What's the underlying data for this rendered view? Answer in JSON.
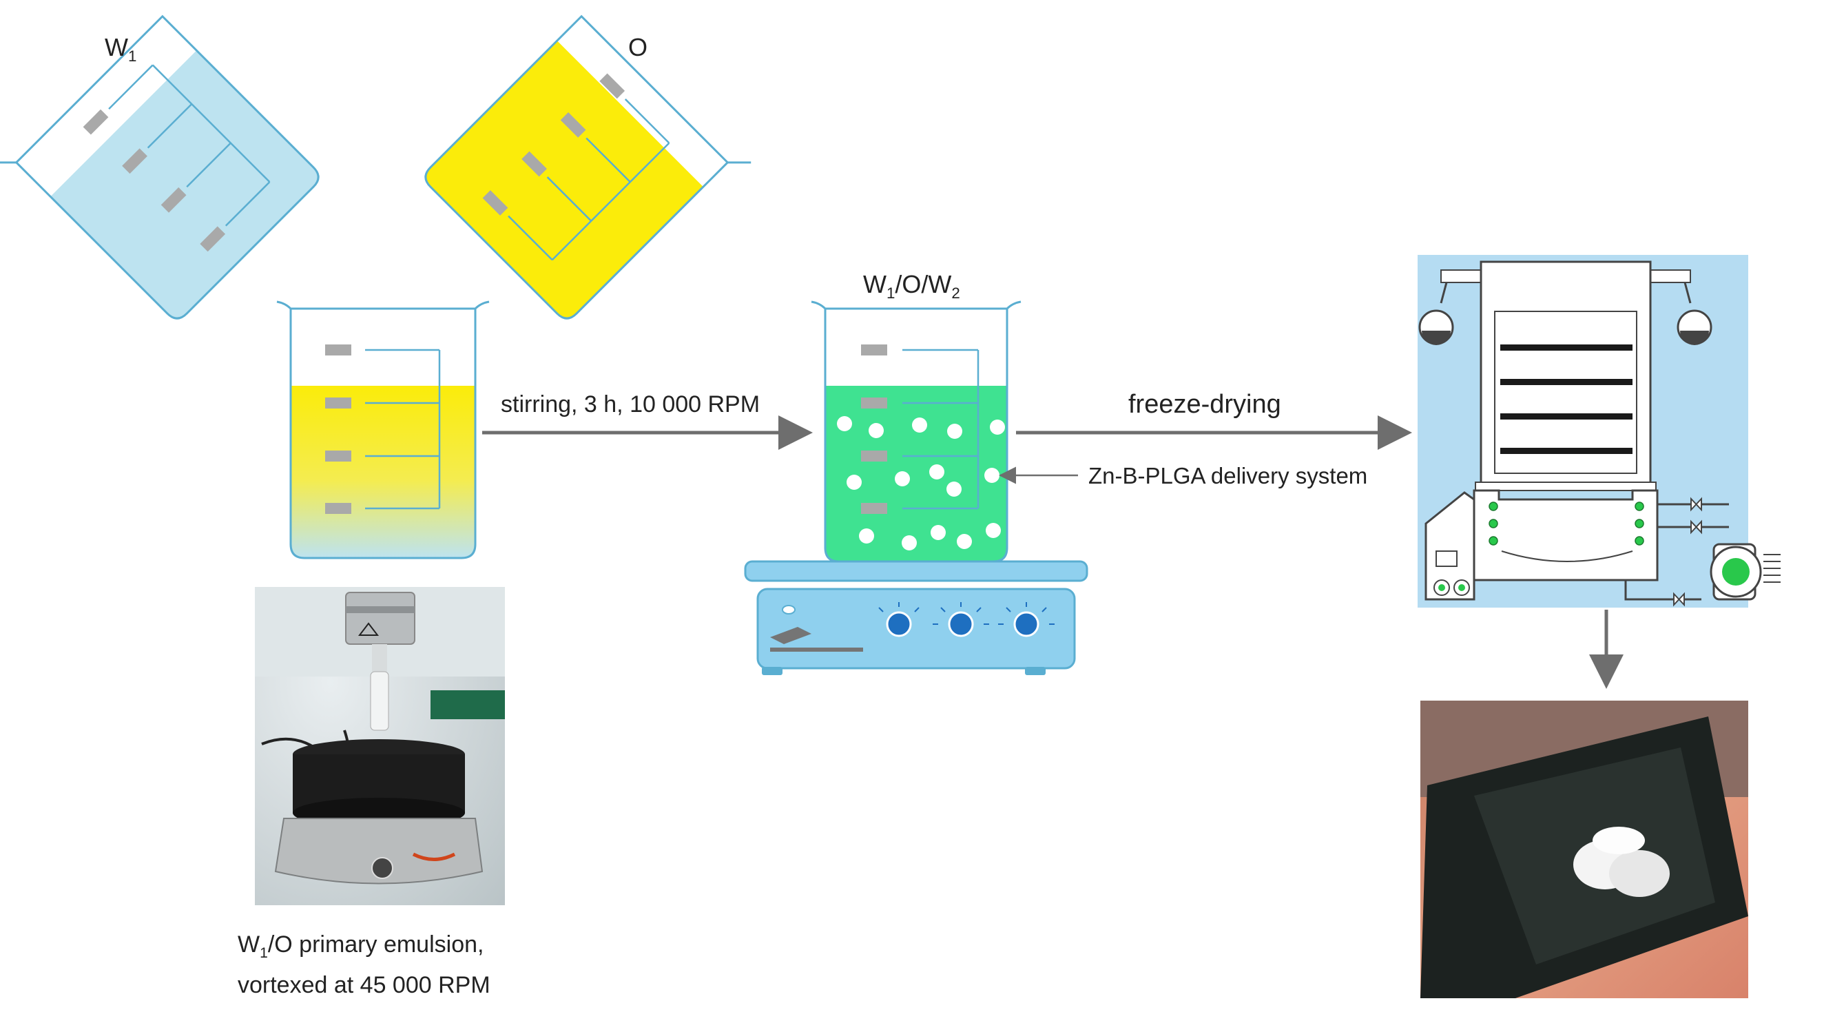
{
  "labels": {
    "w1": "W",
    "w1_sub": "1",
    "o": "O",
    "w1ow2_a": "W",
    "w1ow2_b": "1",
    "w1ow2_c": "/O/W",
    "w1ow2_d": "2",
    "stirring": "stirring, 3 h, 10 000 RPM",
    "freeze": "freeze-drying",
    "delivery": "Zn-B-PLGA delivery system",
    "emulsion_line1_a": "W",
    "emulsion_line1_b": "1",
    "emulsion_line1_c": "/O primary emulsion,",
    "emulsion_line2": "vortexed at 45 000 RPM"
  },
  "colors": {
    "aqueous": "#bde3f0",
    "oil": "#fbec0a",
    "double_emulsion": "#3fe291",
    "glass_outline": "#5aaed1",
    "stirrer_body": "#8fd0ee",
    "arrow": "#6e6e6e",
    "freeze_dryer_bg": "#b5dcf2",
    "indicator_green": "#29c84b"
  }
}
